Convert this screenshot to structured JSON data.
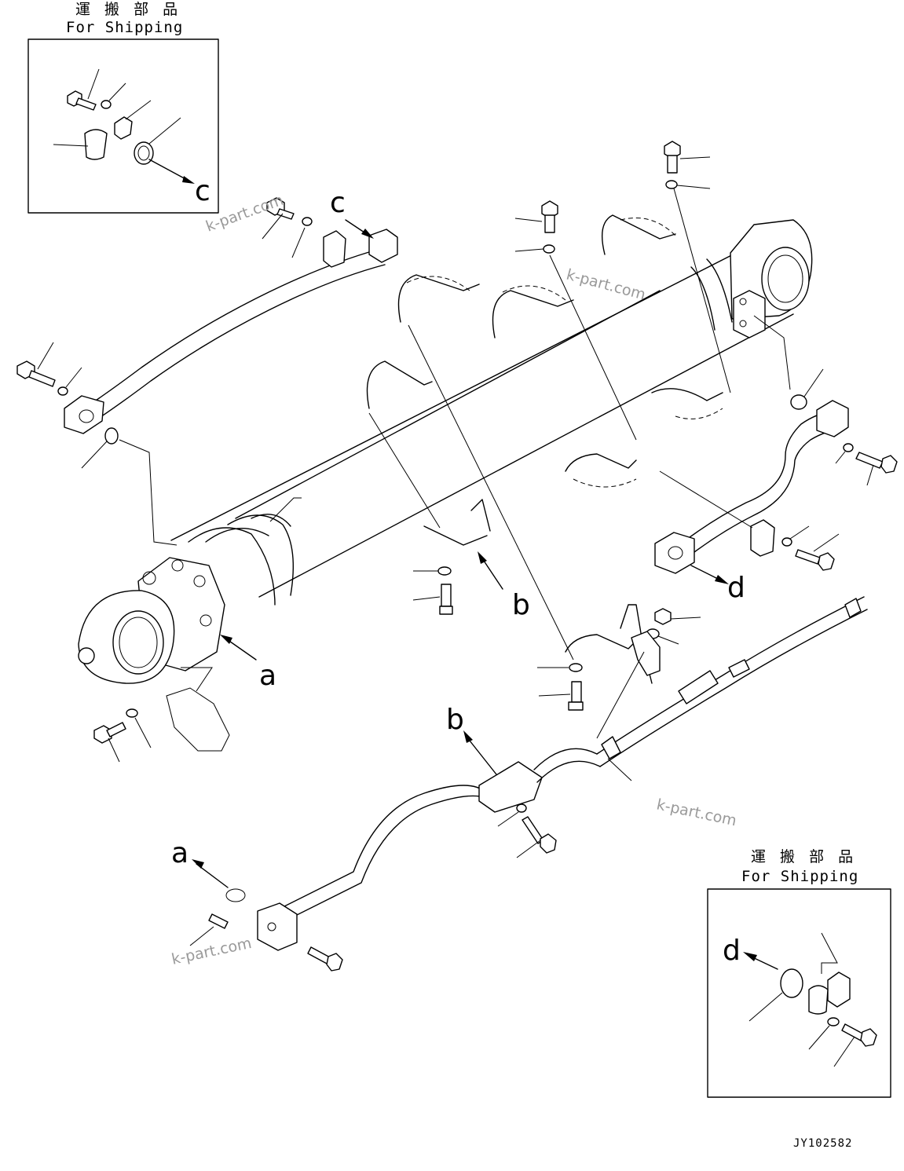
{
  "shipping_boxes": [
    {
      "japanese": "運 搬 部 品",
      "english": "For Shipping"
    },
    {
      "japanese": "運 搬 部 品",
      "english": "For Shipping"
    }
  ],
  "reference_letters": {
    "a_top": "a",
    "a_bottom": "a",
    "b_upper": "b",
    "b_lower": "b",
    "c_box": "c",
    "c_main": "c",
    "d_main": "d",
    "d_box": "d"
  },
  "watermarks": [
    "k-part.com",
    "k-part.com",
    "k-part.com",
    "k-part.com"
  ],
  "drawing_code": "JY102582"
}
